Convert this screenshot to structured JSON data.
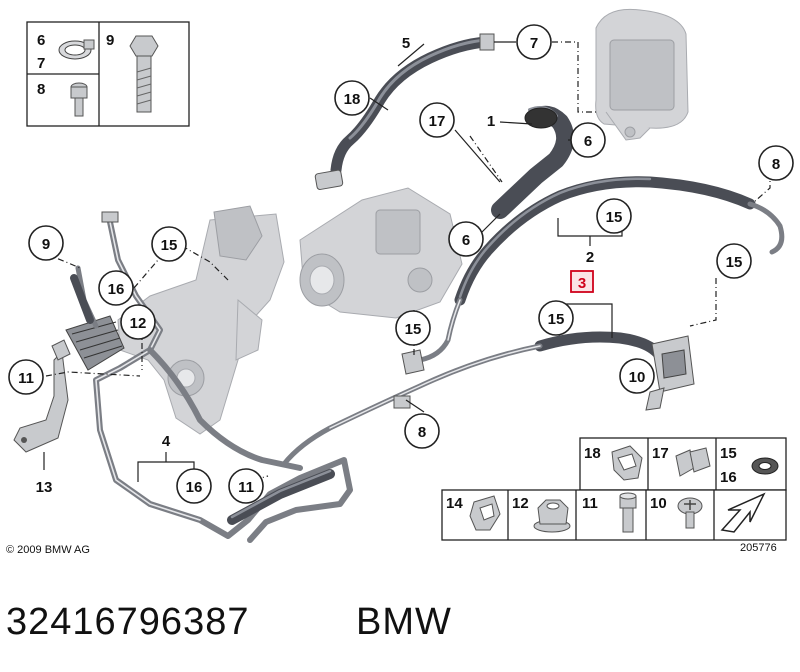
{
  "callouts": [
    {
      "label": "5"
    },
    {
      "label": "7"
    },
    {
      "label": "18"
    },
    {
      "label": "17"
    },
    {
      "label": "1"
    },
    {
      "label": "6"
    },
    {
      "label": "8"
    },
    {
      "label": "15"
    },
    {
      "label": "2"
    },
    {
      "label": "3"
    },
    {
      "label": "9"
    },
    {
      "label": "15"
    },
    {
      "label": "16"
    },
    {
      "label": "12"
    },
    {
      "label": "6"
    },
    {
      "label": "15"
    },
    {
      "label": "15"
    },
    {
      "label": "15"
    },
    {
      "label": "10"
    },
    {
      "label": "11"
    },
    {
      "label": "8"
    },
    {
      "label": "4"
    },
    {
      "label": "16"
    },
    {
      "label": "11"
    },
    {
      "label": "13"
    }
  ],
  "legend_top": [
    {
      "label": "6"
    },
    {
      "label": "7"
    },
    {
      "label": "9"
    },
    {
      "label": "8"
    }
  ],
  "legend_bottom": [
    {
      "label": "18"
    },
    {
      "label": "17"
    },
    {
      "label": "15"
    },
    {
      "label": "16"
    },
    {
      "label": "14"
    },
    {
      "label": "12"
    },
    {
      "label": "11"
    },
    {
      "label": "10"
    }
  ],
  "copyright": "© 2009 BMW AG",
  "diagram_number": "205776",
  "footer": {
    "part_number": "32416796387",
    "brand": "BMW"
  },
  "colors": {
    "highlight": "#d0021b",
    "line": "#222222",
    "hose": "#4a4d55"
  }
}
